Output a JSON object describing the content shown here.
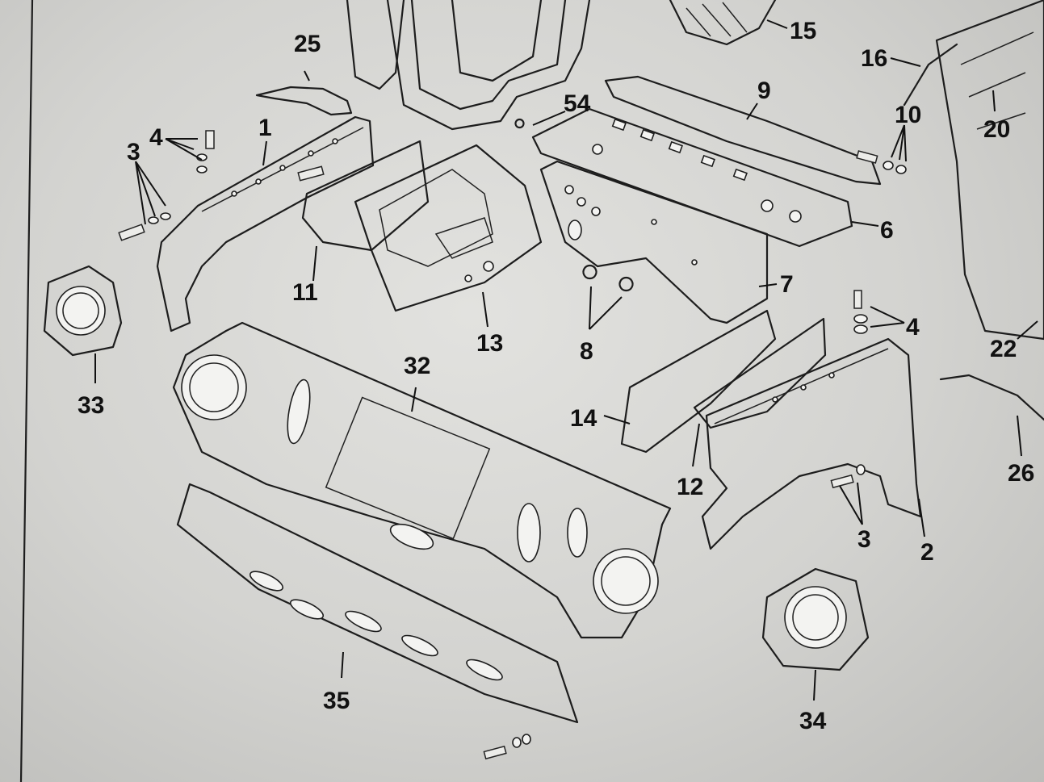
{
  "callouts": {
    "c25": "25",
    "c15": "15",
    "c16": "16",
    "c10": "10",
    "c20": "20",
    "c1": "1",
    "c4a": "4",
    "c3a": "3",
    "c54": "54",
    "c9": "9",
    "c6": "6",
    "c7": "7",
    "c4b": "4",
    "c22": "22",
    "c11": "11",
    "c13": "13",
    "c8": "8",
    "c33": "33",
    "c32": "32",
    "c14": "14",
    "c12": "12",
    "c26": "26",
    "c3b": "3",
    "c2": "2",
    "c35": "35",
    "c34": "34"
  },
  "colors": {
    "ink": "#1d1d1d",
    "paper": "#e2e2df"
  }
}
